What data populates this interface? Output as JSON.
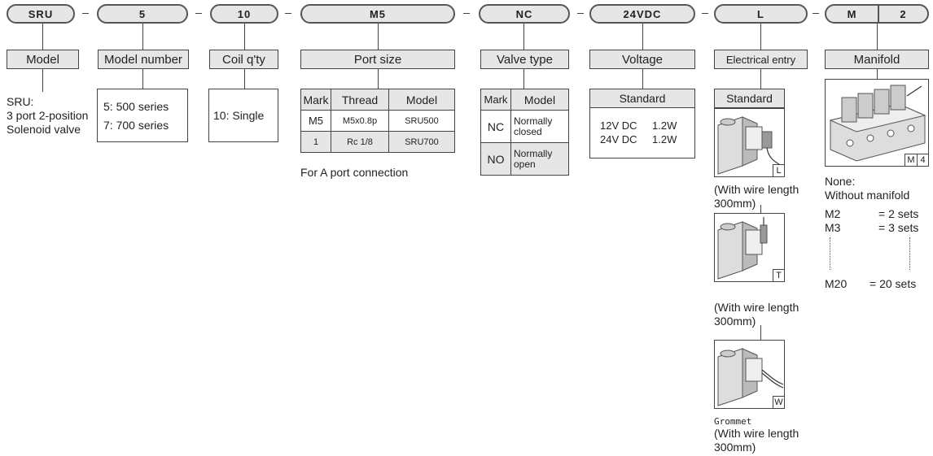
{
  "codes": [
    "SRU",
    "5",
    "10",
    "M5",
    "NC",
    "24VDC",
    "L",
    "M",
    "2"
  ],
  "headers": {
    "model": "Model",
    "model_number": "Model number",
    "coil": "Coil q'ty",
    "port_size": "Port size",
    "valve_type": "Valve type",
    "voltage": "Voltage",
    "electrical": "Electrical entry",
    "manifold": "Manifold"
  },
  "model_desc": [
    "SRU:",
    "3 port 2-position",
    "Solenoid valve"
  ],
  "model_number_items": [
    "5: 500 series",
    "7: 700 series"
  ],
  "coil_item": "10: Single",
  "port_table": {
    "headers": [
      "Mark",
      "Thread",
      "Model"
    ],
    "rows": [
      [
        "M5",
        "M5x0.8p",
        "SRU500"
      ],
      [
        "1",
        "Rc 1/8",
        "SRU700"
      ]
    ],
    "note": "For A port connection"
  },
  "valve_table": {
    "headers": [
      "Mark",
      "Model"
    ],
    "rows": [
      [
        "NC",
        "Normally closed"
      ],
      [
        "NO",
        "Normally open"
      ]
    ]
  },
  "voltage": {
    "subheader": "Standard",
    "items": [
      [
        "12V DC",
        "1.2W"
      ],
      [
        "24V DC",
        "1.2W"
      ]
    ]
  },
  "electrical": {
    "subheader": "Standard",
    "entries": [
      {
        "mark": "L",
        "caption": [
          "(With wire length",
          "300mm)"
        ]
      },
      {
        "mark": "T",
        "caption": [
          "(With wire length",
          "300mm)"
        ]
      },
      {
        "mark": "W",
        "label": "Grommet",
        "caption": [
          "(With wire length",
          "300mm)"
        ]
      }
    ]
  },
  "manifold": {
    "marks": [
      "M",
      "4"
    ],
    "none_label": "None:",
    "none_desc": "Without manifold",
    "rows": [
      [
        "M2",
        "= 2 sets"
      ],
      [
        "M3",
        "= 3 sets"
      ],
      [
        "M20",
        "= 20 sets"
      ]
    ]
  },
  "colors": {
    "fill": "#e6e6e6",
    "line": "#444444"
  }
}
